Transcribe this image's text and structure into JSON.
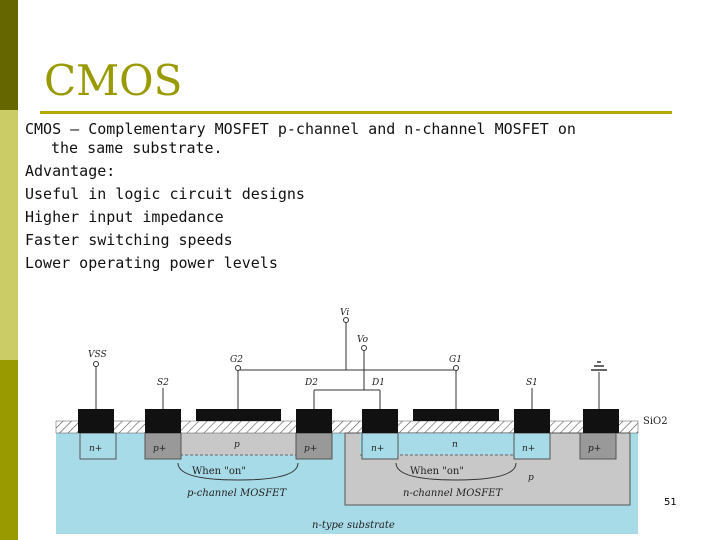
{
  "slide": {
    "title": "CMOS",
    "line1": "CMOS – Complementary MOSFET p-channel and n-channel MOSFET on",
    "line1b": "the same substrate.",
    "advantage": "Advantage:",
    "bullets": [
      "Useful in logic circuit designs",
      "Higher input impedance",
      "Faster switching speeds",
      "Lower operating power levels"
    ],
    "page_number": "51"
  },
  "diagram": {
    "vi": "Vi",
    "vo": "Vo",
    "vss": "VSS",
    "g2": "G2",
    "g1": "G1",
    "s2": "S2",
    "s1": "S1",
    "d2": "D2",
    "d1": "D1",
    "sio2": "SiO2",
    "nplus": "n+",
    "pplus": "p+",
    "p_region": "p",
    "n_region": "n",
    "p_well": "p",
    "when_on": "When \"on\"",
    "pch": "p-channel MOSFET",
    "nch": "n-channel MOSFET",
    "substrate": "n-type substrate"
  }
}
